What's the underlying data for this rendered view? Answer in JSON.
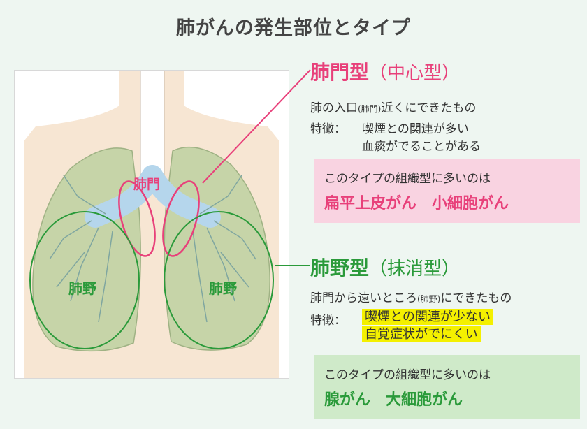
{
  "title": "肺がんの発生部位とタイプ",
  "labels": {
    "hilum": "肺門",
    "periphery_left": "肺野",
    "periphery_right": "肺野"
  },
  "central": {
    "heading": "肺門型",
    "heading_sub": "（中心型）",
    "loc_before": "肺の入口",
    "loc_small": "(肺門)",
    "loc_after": "近くにできたもの",
    "feature_label": "特徴：",
    "feature_line1": "喫煙との関連が多い",
    "feature_line2": "血痰がでることがある",
    "box_lead": "このタイプの組織型に多いのは",
    "box_types": "扁平上皮がん　小細胞がん"
  },
  "peripheral": {
    "heading": "肺野型",
    "heading_sub": "（抹消型）",
    "loc_before": "肺門から遠いところ",
    "loc_small": "(肺野)",
    "loc_after": "にできたもの",
    "feature_label": "特徴：",
    "feature_line1": "喫煙との関連が少ない",
    "feature_line2": "自覚症状がでにくい",
    "box_lead": "このタイプの組織型に多いのは",
    "box_types": "腺がん　大細胞がん"
  },
  "colors": {
    "central_accent": "#e8407a",
    "peripheral_accent": "#2a9a3a",
    "highlight": "#f4f000"
  }
}
